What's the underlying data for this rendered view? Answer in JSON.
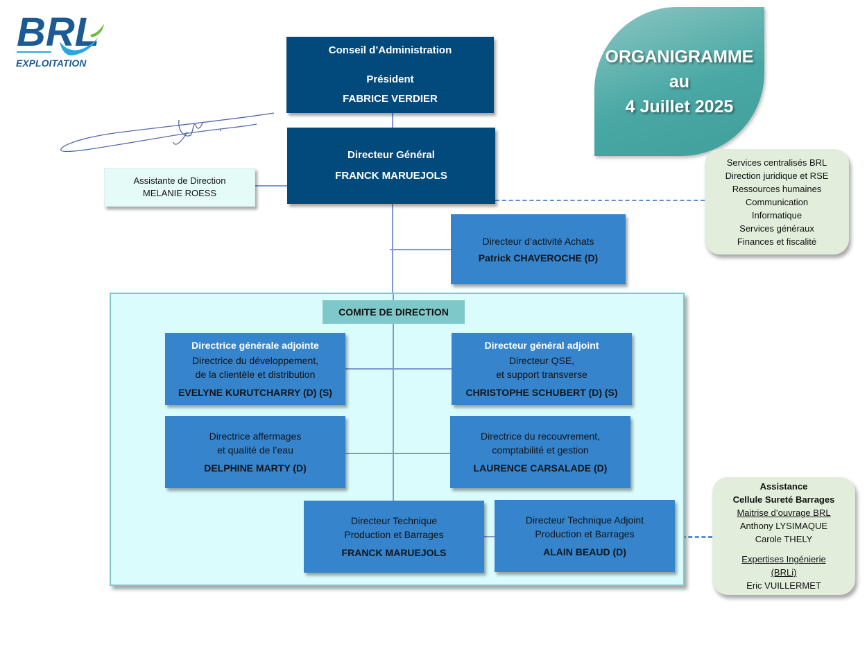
{
  "logo": {
    "brand": "BRL",
    "sub": "EXPLOITATION",
    "colors": {
      "primary": "#1c5a94",
      "wave": "#29a6e0",
      "leaf": "#6cbd3e"
    }
  },
  "title_badge": {
    "line1": "ORGANIGRAMME",
    "line2": "au",
    "line3": "4 Juillet 2025",
    "color": "#4aa8a4"
  },
  "board": {
    "title": "Conseil d’Administration",
    "role": "Président",
    "name": "FABRICE VERDIER"
  },
  "ceo": {
    "role": "Directeur Général",
    "name": "FRANCK MARUEJOLS"
  },
  "assistant": {
    "role": "Assistante de Direction",
    "name": "MELANIE ROESS"
  },
  "central_services": {
    "items": [
      "Services centralisés BRL",
      "Direction juridique et RSE",
      "Ressources humaines",
      "Communication",
      "Informatique",
      "Services généraux",
      "Finances et fiscalité"
    ]
  },
  "purchasing": {
    "role": "Directeur d’activité Achats",
    "name": "Patrick CHAVEROCHE (D)"
  },
  "committee": {
    "label": "COMITE DE DIRECTION",
    "members": [
      {
        "header": "Directrice générale adjointe",
        "role_l1": "Directrice du développement,",
        "role_l2": "de la clientèle et distribution",
        "name": "EVELYNE KURUTCHARRY (D) (S)"
      },
      {
        "header": "Directeur général adjoint",
        "role_l1": "Directeur QSE,",
        "role_l2": "et support transverse",
        "name": "CHRISTOPHE SCHUBERT (D) (S)"
      },
      {
        "role_l1": "Directrice affermages",
        "role_l2": "et qualité de l’eau",
        "name": "DELPHINE MARTY (D)"
      },
      {
        "role_l1": "Directrice du recouvrement,",
        "role_l2": "comptabilité et gestion",
        "name": "LAURENCE CARSALADE (D)"
      },
      {
        "role_l1": "Directeur Technique",
        "role_l2": "Production et Barrages",
        "name": "FRANCK MARUEJOLS"
      },
      {
        "role_l1": "Directeur Technique Adjoint",
        "role_l2": "Production et Barrages",
        "name": "ALAIN BEAUD (D)"
      }
    ]
  },
  "dam_safety": {
    "title1": "Assistance",
    "title2": "Cellule Sureté Barrages",
    "section1": "Maitrise d’ouvrage BRL",
    "people1": [
      "Anthony LYSIMAQUE",
      "Carole THELY"
    ],
    "section2_l1": "Expertises Ingénierie",
    "section2_l2": "(BRLi)",
    "people2": [
      "Eric VUILLERMET"
    ]
  }
}
